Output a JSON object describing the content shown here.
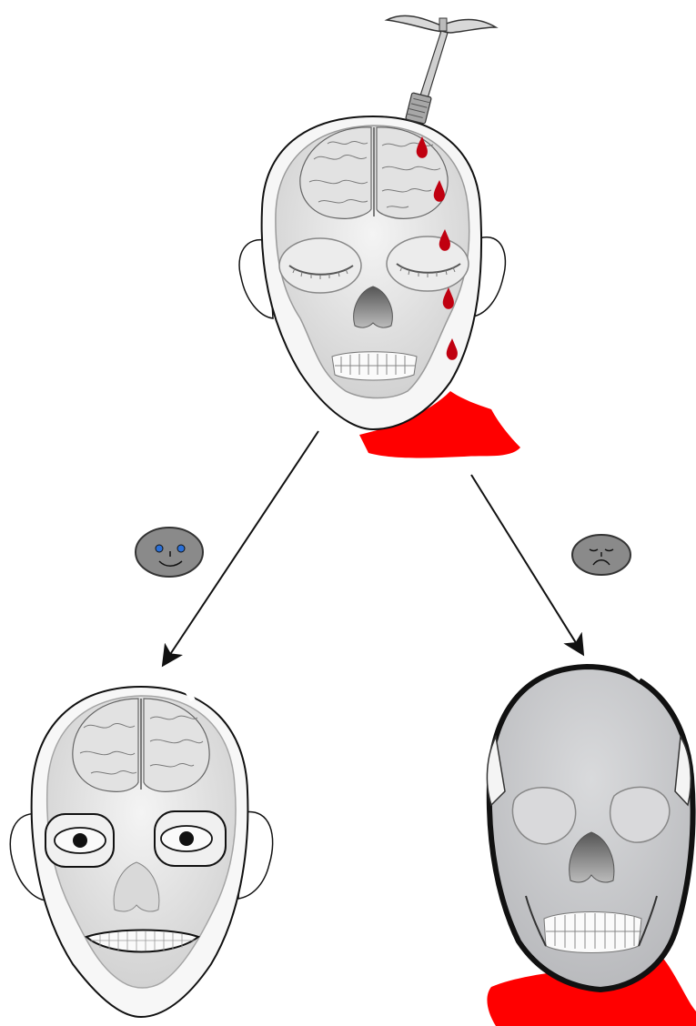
{
  "diagram": {
    "description_labels": [],
    "nodes": [
      {
        "id": "head-injury",
        "kind": "head-with-brain",
        "eyes": "closed",
        "tool": "trephine-drill",
        "bleeding": true
      },
      {
        "id": "outcome-survival",
        "kind": "head-with-brain",
        "eyes": "open",
        "mouth": "smile",
        "bleeding": false
      },
      {
        "id": "outcome-death",
        "kind": "bare-skull",
        "bleeding": true
      }
    ],
    "edges": [
      {
        "from": "head-injury",
        "to": "outcome-survival",
        "badge": "happy-face-icon"
      },
      {
        "from": "head-injury",
        "to": "outcome-death",
        "badge": "sad-face-icon"
      }
    ],
    "colors": {
      "blood": "#ff0000",
      "blood_drop": "#c00010",
      "skull_fill": "#e9e9e9",
      "bare_skull_fill": "#cfd0d2",
      "outline": "#111111",
      "badge_fill": "#8a8a8a",
      "badge_eye_happy": "#2a6fd6"
    }
  }
}
